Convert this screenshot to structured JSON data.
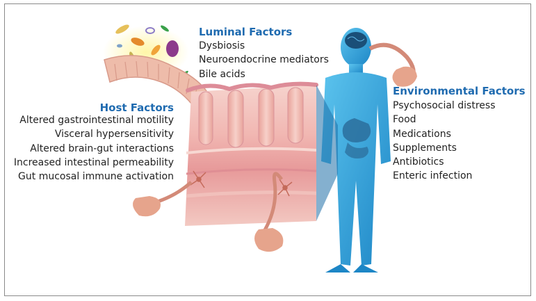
{
  "host_factors": {
    "heading": "Host Factors",
    "items": [
      "Altered gastrointestinal motility",
      "Visceral hypersensitivity",
      "Altered brain-gut interactions",
      "Increased intestinal permeability",
      "Gut mucosal immune activation"
    ]
  },
  "luminal_factors": {
    "heading": "Luminal Factors",
    "items": [
      "Dysbiosis",
      "Neuroendocrine mediators",
      "Bile acids"
    ]
  },
  "environmental_factors": {
    "heading": "Environmental Factors",
    "items": [
      "Psychosocial distress",
      "Food",
      "Medications",
      "Supplements",
      "Antibiotics",
      "Enteric infection"
    ]
  },
  "colors": {
    "heading_blue": "#1f6bb0",
    "text": "#222222",
    "silhouette": "#3aaee0",
    "tissue_pink": "#e9a3a3",
    "nerve": "#c9826a"
  },
  "icons": [
    "bacteria-icon",
    "brain-icon",
    "intestine-icon",
    "stomach-icon",
    "nerve-icon",
    "human-silhouette-icon"
  ]
}
